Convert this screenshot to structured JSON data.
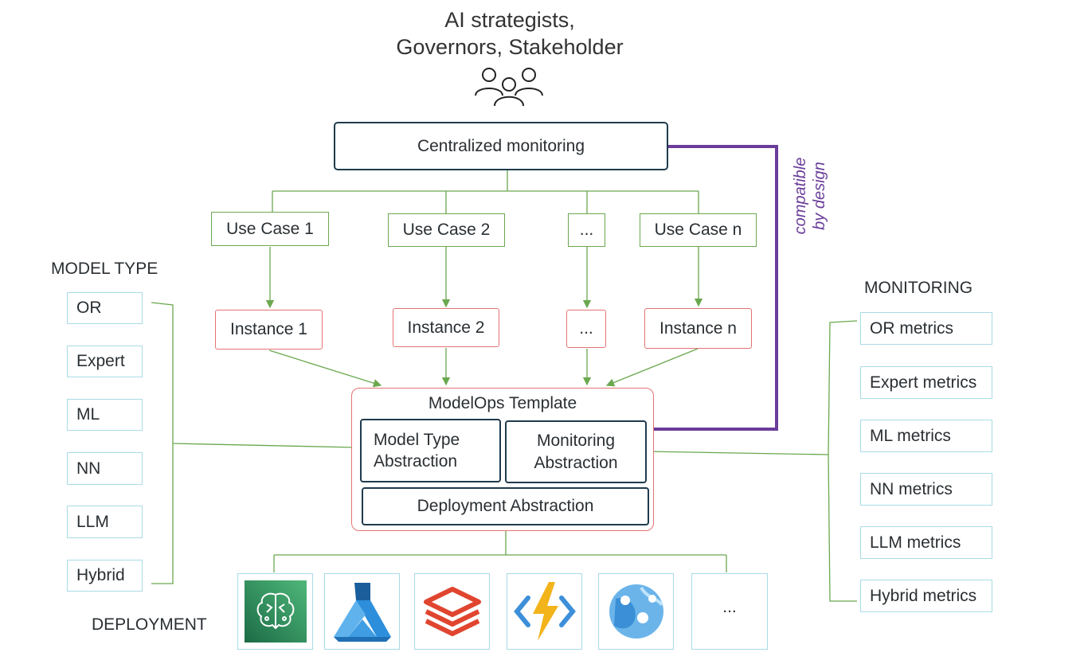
{
  "audience": {
    "title_line1": "AI strategists,",
    "title_line2": "Governors, Stakeholder",
    "icon": "people-group-icon"
  },
  "central": {
    "label": "Centralized monitoring"
  },
  "link": {
    "line1": "compatible",
    "line2": "by design",
    "color": "#6a3d9a"
  },
  "use_cases": [
    "Use Case 1",
    "Use Case 2",
    "...",
    "Use Case n"
  ],
  "instances": [
    "Instance 1",
    "Instance 2",
    "...",
    "Instance n"
  ],
  "template": {
    "title": "ModelOps Template",
    "model_type_line1": "Model Type",
    "model_type_line2": "Abstraction",
    "monitoring_line1": "Monitoring",
    "monitoring_line2": "Abstraction",
    "deployment": "Deployment Abstraction"
  },
  "model_type": {
    "heading": "MODEL TYPE",
    "items": [
      "OR",
      "Expert",
      "ML",
      "NN",
      "LLM",
      "Hybrid"
    ]
  },
  "monitoring": {
    "heading": "MONITORING",
    "items": [
      "OR metrics",
      "Expert metrics",
      "ML metrics",
      "NN metrics",
      "LLM metrics",
      "Hybrid metrics"
    ]
  },
  "deployment": {
    "heading": "DEPLOYMENT",
    "tiles": [
      {
        "icon": "sagemaker-brain-icon"
      },
      {
        "icon": "azure-ml-icon"
      },
      {
        "icon": "databricks-icon"
      },
      {
        "icon": "azure-functions-icon"
      },
      {
        "icon": "azure-web-app-icon"
      },
      {
        "icon": "more-icon",
        "label": "..."
      }
    ]
  },
  "colors": {
    "green": "#6aa84f",
    "red": "#e57373",
    "navy": "#1f3b4d",
    "cyan": "#a9dbe6",
    "purple": "#6a3d9a"
  }
}
